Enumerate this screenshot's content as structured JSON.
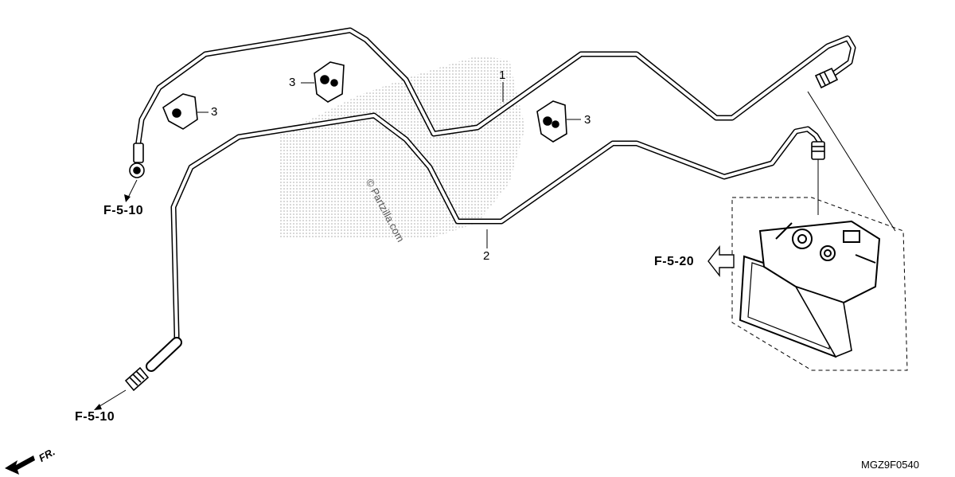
{
  "diagram": {
    "callouts": {
      "pipe_1": "1",
      "pipe_2": "2",
      "clamp_a": "3",
      "clamp_b": "3",
      "clamp_c": "3"
    },
    "references": {
      "upper_left": "F-5-10",
      "lower_left": "F-5-10",
      "abs_unit": "F-5-20"
    },
    "direction_marker": "FR.",
    "watermark": "© Partzilla.com",
    "diagram_code": "MGZ9F0540",
    "colors": {
      "line": "#000000",
      "stipple": "#9a9a9a",
      "background": "#ffffff"
    }
  }
}
